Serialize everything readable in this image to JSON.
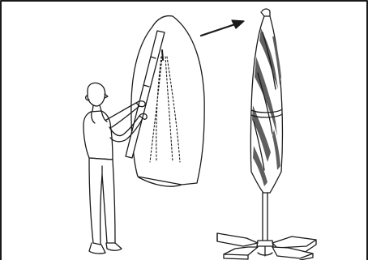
{
  "figure": {
    "stroke_color": "#1a1a1a",
    "shade_color": "#5f5f5f",
    "icons": [
      "border-frame",
      "person-figure",
      "cover-bag",
      "telescopic-pole",
      "direction-arrow",
      "closed-umbrella",
      "umbrella-cover-stripes",
      "cover-strap",
      "umbrella-pole",
      "cross-base"
    ]
  }
}
